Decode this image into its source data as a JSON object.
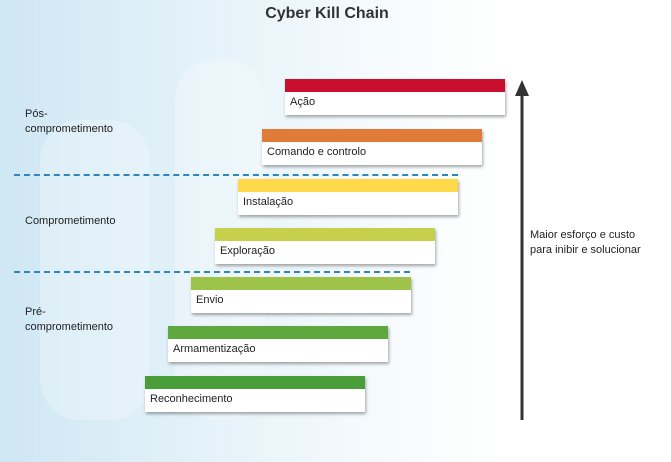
{
  "title": "Cyber Kill Chain",
  "phases": {
    "post": "Pós-\ncomprometimento",
    "compromise": "Comprometimento",
    "pre": "Pré-\ncomprometimento"
  },
  "steps": [
    {
      "label": "Ação",
      "color": "#c8102e"
    },
    {
      "label": "Comando e controlo",
      "color": "#e07b39"
    },
    {
      "label": "Instalação",
      "color": "#ffd94a"
    },
    {
      "label": "Exploração",
      "color": "#c6d04b"
    },
    {
      "label": "Envio",
      "color": "#9dc34a"
    },
    {
      "label": "Armamentização",
      "color": "#5fa83f"
    },
    {
      "label": "Reconhecimento",
      "color": "#4a9e3a"
    }
  ],
  "arrow_label": "Maior esforço e custo\npara inibir e solucionar",
  "colors": {
    "divider": "#2d86bd",
    "arrow": "#333333"
  }
}
